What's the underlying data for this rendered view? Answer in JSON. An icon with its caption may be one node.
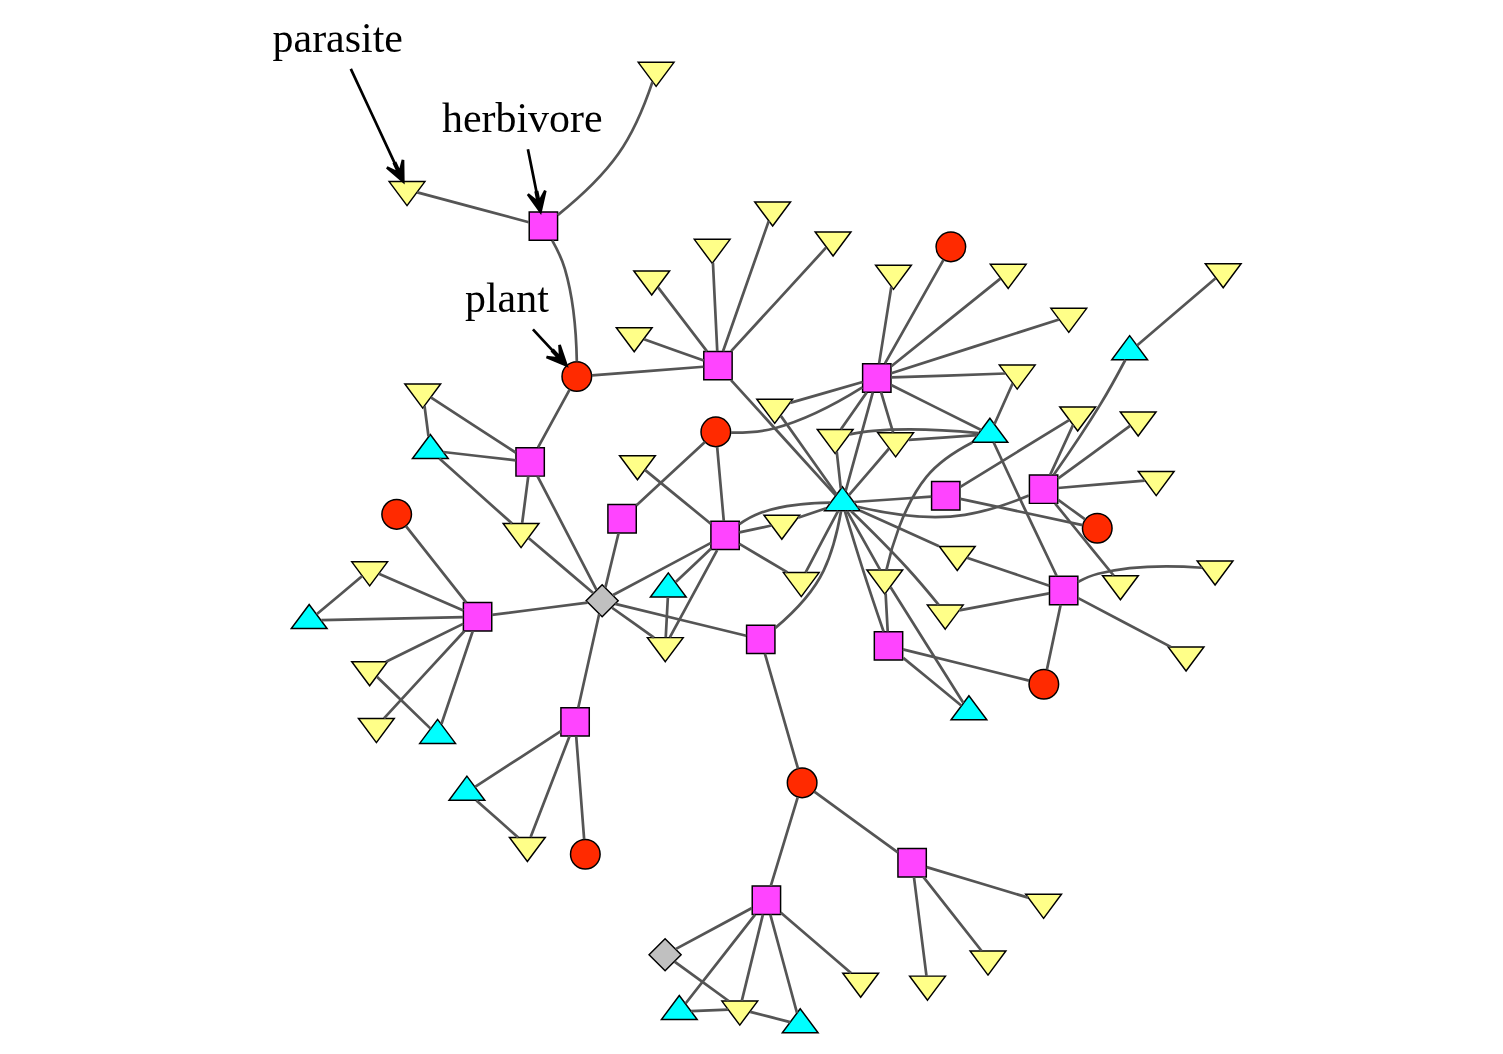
{
  "diagram": {
    "nodes": [
      {
        "text": [],
        "shape": "triangle"
      },
      {
        "text": [],
        "shape": "triangle"
      },
      {
        "text": [],
        "shape": "triangle"
      },
      {
        "text": [],
        "shape": "diamond"
      },
      {
        "text": [
          "herbivore"
        ]
      },
      {
        "text": [],
        "shape": "triangle"
      },
      {
        "text": [],
        "shape": "triangle"
      },
      {
        "text": [],
        "shape": "triangle"
      },
      {
        "text": [],
        "shape": "box"
      },
      {
        "text": [],
        "shape": "circle"
      },
      {
        "text": [],
        "shape": "box"
      },
      {
        "text": [],
        "shape": "triangle"
      },
      {
        "text": [],
        "shape": "triangle"
      },
      {
        "text": [],
        "shape": "box"
      },
      {
        "text": [
          "parasite"
        ]
      },
      {
        "text": [],
        "shape": "triangle"
      },
      {
        "text": [],
        "shape": "triangle"
      },
      {
        "text": [],
        "shape": "box"
      },
      {
        "text": [],
        "shape": "triangle"
      },
      {
        "text": [],
        "shape": "triangle"
      },
      {
        "text": [],
        "shape": "triangle"
      },
      {
        "text": [],
        "shape": "triangle"
      },
      {
        "text": [],
        "shape": "circle"
      },
      {
        "text": [],
        "shape": "circle"
      },
      {
        "text": [],
        "shape": "box"
      },
      {
        "text": [],
        "shape": "diamond"
      },
      {
        "text": [
          "plant"
        ]
      },
      {
        "text": [],
        "shape": "triangle"
      },
      {
        "text": [],
        "shape": "triangle"
      },
      {
        "text": [],
        "shape": "triangle"
      },
      {
        "text": [],
        "shape": "circle"
      },
      {
        "text": [],
        "shape": "box"
      },
      {
        "text": [],
        "shape": "box"
      },
      {
        "text": [],
        "shape": "triangle"
      },
      {
        "text": [],
        "shape": "triangle"
      },
      {
        "text": [],
        "shape": "box"
      },
      {
        "text": [],
        "shape": "triangle"
      },
      {
        "text": [],
        "shape": "triangle"
      },
      {
        "text": [],
        "shape": "triangle"
      },
      {
        "text": [],
        "shape": "triangle"
      },
      {
        "text": [],
        "shape": "box"
      },
      {
        "text": [],
        "shape": "triangle"
      },
      {
        "text": [],
        "shape": "triangle"
      },
      {
        "text": [],
        "shape": "triangle"
      },
      {
        "text": [],
        "shape": "box"
      },
      {
        "text": [],
        "shape": "triangle"
      },
      {
        "text": [],
        "shape": "triangle"
      },
      {
        "text": [],
        "shape": "triangle"
      },
      {
        "text": [],
        "shape": "circle"
      },
      {
        "text": [],
        "shape": "triangle"
      },
      {
        "text": [],
        "shape": "triangle"
      },
      {
        "text": [],
        "shape": "triangle"
      },
      {
        "text": [],
        "shape": "triangle"
      },
      {
        "text": [],
        "shape": "circle"
      },
      {
        "text": [],
        "shape": "box"
      },
      {
        "text": [],
        "shape": "circle"
      },
      {
        "text": [],
        "shape": "triangle"
      },
      {
        "text": [],
        "shape": "triangle"
      },
      {
        "text": [],
        "shape": "triangle"
      },
      {
        "text": [],
        "shape": "triangle"
      },
      {
        "text": [],
        "shape": "triangle"
      },
      {
        "text": [],
        "shape": "box"
      },
      {
        "text": [],
        "shape": "box"
      },
      {
        "text": [],
        "shape": "triangle"
      },
      {
        "text": [],
        "shape": "circle"
      },
      {
        "text": [],
        "shape": "triangle"
      },
      {
        "text": [],
        "shape": "triangle"
      },
      {
        "text": [],
        "shape": "triangle"
      },
      {
        "text": [],
        "shape": "triangle"
      },
      {
        "text": [],
        "shape": "box"
      },
      {
        "text": [],
        "shape": "triangle"
      },
      {
        "text": [],
        "shape": "triangle"
      },
      {
        "text": [],
        "shape": "triangle"
      },
      {
        "text": [],
        "shape": "triangle"
      },
      {
        "text": [],
        "shape": "triangle"
      },
      {
        "text": [],
        "shape": "triangle"
      },
      {
        "text": [],
        "shape": "triangle"
      },
      {
        "text": [],
        "shape": "box"
      }
    ],
    "edges": [
      {
        "from": 5,
        "to": 2,
        "arrow": "none"
      },
      {
        "from": 5,
        "to": 8,
        "arrow": "none"
      },
      {
        "from": 8,
        "to": 2,
        "arrow": "none"
      },
      {
        "from": 8,
        "to": 9,
        "arrow": "none"
      },
      {
        "from": 8,
        "to": 25,
        "arrow": "none"
      },
      {
        "from": 12,
        "to": 11,
        "arrow": "none"
      },
      {
        "from": 12,
        "to": 15,
        "arrow": "none"
      },
      {
        "from": 12,
        "to": 17,
        "arrow": "none"
      },
      {
        "from": 11,
        "to": 17,
        "arrow": "none"
      },
      {
        "from": 15,
        "to": 17,
        "arrow": "none"
      },
      {
        "from": 15,
        "to": 25,
        "arrow": "none"
      },
      {
        "from": 17,
        "to": 25,
        "arrow": "none"
      },
      {
        "from": 17,
        "to": 22,
        "arrow": "none"
      },
      {
        "from": 0,
        "to": 1,
        "arrow": "none"
      },
      {
        "from": 3,
        "to": 1,
        "arrow": "none"
      },
      {
        "from": 1,
        "to": 6,
        "arrow": "none"
      },
      {
        "from": 7,
        "to": 13,
        "arrow": "none"
      },
      {
        "from": 0,
        "to": 13,
        "arrow": "none"
      },
      {
        "from": 3,
        "to": 13,
        "arrow": "none"
      },
      {
        "from": 1,
        "to": 13,
        "arrow": "none"
      },
      {
        "from": 6,
        "to": 13,
        "arrow": "none"
      },
      {
        "from": 13,
        "to": 30,
        "arrow": "none"
      },
      {
        "from": 10,
        "to": 16,
        "arrow": "none"
      },
      {
        "from": 10,
        "to": 18,
        "arrow": "none"
      },
      {
        "from": 10,
        "to": 22,
        "arrow": "none"
      },
      {
        "from": 22,
        "to": 40,
        "arrow": "none"
      },
      {
        "from": 20,
        "to": 24,
        "arrow": "none"
      },
      {
        "from": 19,
        "to": 24,
        "arrow": "none"
      },
      {
        "from": 19,
        "to": 21,
        "arrow": "none"
      },
      {
        "from": 21,
        "to": 24,
        "arrow": "none"
      },
      {
        "from": 23,
        "to": 24,
        "arrow": "none"
      },
      {
        "from": 27,
        "to": 24,
        "arrow": "none"
      },
      {
        "from": 27,
        "to": 28,
        "arrow": "none"
      },
      {
        "from": 28,
        "to": 24,
        "arrow": "none"
      },
      {
        "from": 24,
        "to": 25,
        "arrow": "none"
      },
      {
        "from": 25,
        "to": 35,
        "arrow": "none"
      },
      {
        "from": 25,
        "to": 37,
        "arrow": "none"
      },
      {
        "from": 25,
        "to": 44,
        "arrow": "none"
      },
      {
        "from": 25,
        "to": 32,
        "arrow": "none"
      },
      {
        "from": 32,
        "to": 30,
        "arrow": "none"
      },
      {
        "from": 32,
        "to": 47,
        "arrow": "none"
      },
      {
        "from": 30,
        "to": 31,
        "arrow": "none"
      },
      {
        "from": 31,
        "to": 29,
        "arrow": "none"
      },
      {
        "from": 31,
        "to": 33,
        "arrow": "none"
      },
      {
        "from": 31,
        "to": 36,
        "arrow": "none"
      },
      {
        "from": 37,
        "to": 38,
        "arrow": "none"
      },
      {
        "from": 37,
        "to": 44,
        "arrow": "none"
      },
      {
        "from": 38,
        "to": 44,
        "arrow": "none"
      },
      {
        "from": 42,
        "to": 44,
        "arrow": "none"
      },
      {
        "from": 44,
        "to": 43,
        "arrow": "none"
      },
      {
        "from": 44,
        "to": 47,
        "arrow": "none"
      },
      {
        "from": 44,
        "to": 48,
        "arrow": "none"
      },
      {
        "from": 44,
        "to": 49,
        "arrow": "none"
      },
      {
        "from": 43,
        "to": 47,
        "arrow": "none"
      },
      {
        "from": 49,
        "to": 47,
        "arrow": "none"
      },
      {
        "from": 35,
        "to": 48,
        "arrow": "none"
      },
      {
        "from": 48,
        "to": 77,
        "arrow": "none"
      },
      {
        "from": 47,
        "to": 40,
        "arrow": "none"
      },
      {
        "from": 47,
        "to": 61,
        "arrow": "none"
      },
      {
        "from": 47,
        "to": 54,
        "arrow": "none"
      },
      {
        "from": 47,
        "to": 60,
        "arrow": "none"
      },
      {
        "from": 47,
        "to": 68,
        "arrow": "none"
      },
      {
        "from": 47,
        "to": 62,
        "arrow": "none"
      },
      {
        "from": 47,
        "to": 67,
        "arrow": "none"
      },
      {
        "from": 47,
        "to": 72,
        "arrow": "none"
      },
      {
        "from": 47,
        "to": 77,
        "arrow": "none"
      },
      {
        "from": 47,
        "to": 51,
        "arrow": "none"
      },
      {
        "from": 47,
        "to": 52,
        "arrow": "none"
      },
      {
        "from": 77,
        "to": 51,
        "arrow": "none"
      },
      {
        "from": 77,
        "to": 59,
        "arrow": "none"
      },
      {
        "from": 77,
        "to": 63,
        "arrow": "none"
      },
      {
        "from": 77,
        "to": 71,
        "arrow": "none"
      },
      {
        "from": 77,
        "to": 53,
        "arrow": "none"
      },
      {
        "from": 77,
        "to": 52,
        "arrow": "none"
      },
      {
        "from": 77,
        "to": 57,
        "arrow": "none"
      },
      {
        "from": 77,
        "to": 65,
        "arrow": "none"
      },
      {
        "from": 77,
        "to": 72,
        "arrow": "none"
      },
      {
        "from": 57,
        "to": 52,
        "arrow": "none"
      },
      {
        "from": 57,
        "to": 65,
        "arrow": "none"
      },
      {
        "from": 57,
        "to": 72,
        "arrow": "none"
      },
      {
        "from": 57,
        "to": 69,
        "arrow": "none"
      },
      {
        "from": 57,
        "to": 67,
        "arrow": "none"
      },
      {
        "from": 56,
        "to": 67,
        "arrow": "none"
      },
      {
        "from": 56,
        "to": 62,
        "arrow": "none"
      },
      {
        "from": 62,
        "to": 55,
        "arrow": "none"
      },
      {
        "from": 62,
        "to": 67,
        "arrow": "none"
      },
      {
        "from": 55,
        "to": 69,
        "arrow": "none"
      },
      {
        "from": 69,
        "to": 60,
        "arrow": "none"
      },
      {
        "from": 69,
        "to": 68,
        "arrow": "none"
      },
      {
        "from": 69,
        "to": 75,
        "arrow": "none"
      },
      {
        "from": 69,
        "to": 76,
        "arrow": "none"
      },
      {
        "from": 61,
        "to": 50,
        "arrow": "none"
      },
      {
        "from": 61,
        "to": 58,
        "arrow": "none"
      },
      {
        "from": 61,
        "to": 64,
        "arrow": "none"
      },
      {
        "from": 61,
        "to": 66,
        "arrow": "none"
      },
      {
        "from": 61,
        "to": 74,
        "arrow": "none"
      },
      {
        "from": 61,
        "to": 70,
        "arrow": "none"
      },
      {
        "from": 70,
        "to": 73,
        "arrow": "none"
      },
      {
        "from": 54,
        "to": 50,
        "arrow": "none"
      },
      {
        "from": 54,
        "to": 64,
        "arrow": "none"
      },
      {
        "from": 40,
        "to": 34,
        "arrow": "none"
      },
      {
        "from": 40,
        "to": 39,
        "arrow": "none"
      },
      {
        "from": 40,
        "to": 41,
        "arrow": "none"
      },
      {
        "from": 40,
        "to": 45,
        "arrow": "none"
      },
      {
        "from": 40,
        "to": 46,
        "arrow": "none"
      },
      {
        "from": 4,
        "to": 10,
        "arrow": "to",
        "color": "#000000"
      },
      {
        "from": 14,
        "to": 18,
        "arrow": "to",
        "color": "#000000"
      },
      {
        "from": 26,
        "to": 22,
        "arrow": "to",
        "color": "#000000"
      }
    ]
  }
}
